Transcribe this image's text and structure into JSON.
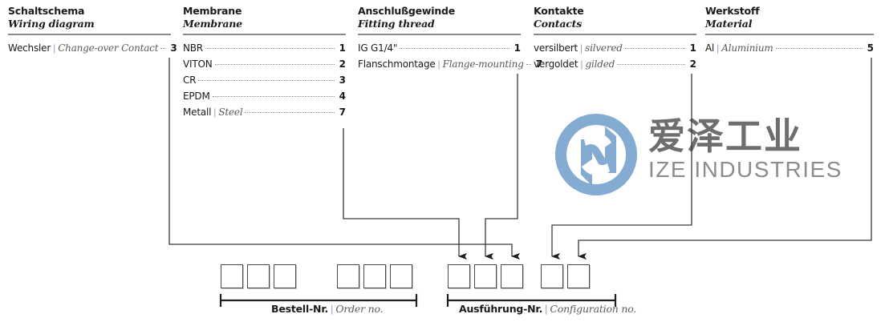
{
  "diagram": {
    "title_key": "order-code-configurator",
    "columns": [
      {
        "id": "wiring-diagram",
        "head_de": "Schaltschema",
        "head_en": "Wiring diagram",
        "options": [
          {
            "de": "Wechsler",
            "sep": "|",
            "en": "Change-over Contact",
            "code": "3"
          }
        ]
      },
      {
        "id": "membrane",
        "head_de": "Membrane",
        "head_en": "Membrane",
        "options": [
          {
            "de": "NBR",
            "sep": "",
            "en": "",
            "code": "1"
          },
          {
            "de": "VITON",
            "sep": "",
            "en": "",
            "code": "2"
          },
          {
            "de": "CR",
            "sep": "",
            "en": "",
            "code": "3"
          },
          {
            "de": "EPDM",
            "sep": "",
            "en": "",
            "code": "4"
          },
          {
            "de": "Metall",
            "sep": "|",
            "en": "Steel",
            "code": "7"
          }
        ]
      },
      {
        "id": "fitting-thread",
        "head_de": "Anschlußgewinde",
        "head_en": "Fitting thread",
        "options": [
          {
            "de": "IG  G1/4\"",
            "sep": "",
            "en": "",
            "code": "1"
          },
          {
            "de": "Flanschmontage",
            "sep": "|",
            "en": "Flange-mounting",
            "code": "7"
          }
        ]
      },
      {
        "id": "contacts",
        "head_de": "Kontakte",
        "head_en": "Contacts",
        "options": [
          {
            "de": "versilbert",
            "sep": "|",
            "en": "silvered",
            "code": "1"
          },
          {
            "de": "vergoldet",
            "sep": "|",
            "en": "gilded",
            "code": "2"
          }
        ]
      },
      {
        "id": "material",
        "head_de": "Werkstoff",
        "head_en": "Material",
        "options": [
          {
            "de": "Al",
            "sep": "|",
            "en": "Aluminium",
            "code": "5"
          }
        ]
      }
    ],
    "code_boxes": {
      "total": 11,
      "groups": [
        3,
        3,
        3,
        2
      ]
    },
    "brackets": [
      {
        "id": "order-no",
        "de": "Bestell-Nr.",
        "sep": "|",
        "en": "Order no."
      },
      {
        "id": "configuration-no",
        "de": "Ausführung-Nr.",
        "sep": "|",
        "en": "Configuration no."
      }
    ],
    "watermark": {
      "cn": "爱泽工业",
      "en": "IZE INDUSTRIES",
      "logo_name": "ize-industries-logo",
      "logo_color": "#84abd1",
      "text_color": "#6e6e6e"
    },
    "colors": {
      "ink": "#231f20",
      "rule": "#8a8a8a",
      "leader": "#3a3a3a",
      "separator": "#8fa6bd",
      "english": "#5a5a5a",
      "box_border": "#4a4a4a"
    }
  }
}
